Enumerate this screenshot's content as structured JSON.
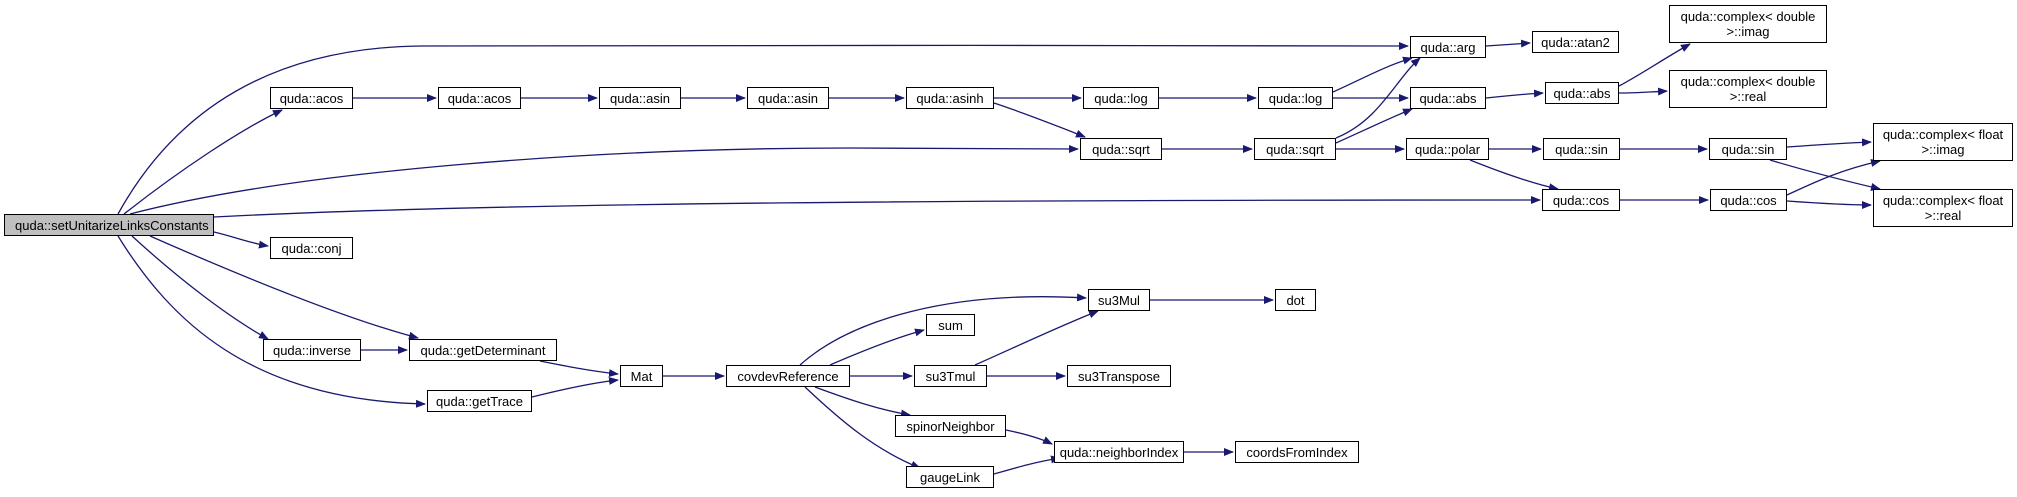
{
  "title": "quda::setUnitarizeLinksConstants call graph",
  "colors": {
    "edge": "#191970",
    "border": "#000000",
    "root_fill": "#bfbfbf",
    "node_fill": "#ffffff"
  },
  "nodes": {
    "setUnitarizeLinksConstants": "quda::setUnitarizeLinksConstants",
    "acos1": "quda::acos",
    "acos2": "quda::acos",
    "asin1": "quda::asin",
    "asin2": "quda::asin",
    "asinh": "quda::asinh",
    "log1": "quda::log",
    "log2": "quda::log",
    "arg": "quda::arg",
    "atan2": "quda::atan2",
    "abs1": "quda::abs",
    "abs2": "quda::abs",
    "cd_imag_1": "quda::complex< double",
    "cd_imag_2": ">::imag",
    "cd_real_1": "quda::complex< double",
    "cd_real_2": ">::real",
    "sqrt1": "quda::sqrt",
    "sqrt2": "quda::sqrt",
    "polar": "quda::polar",
    "sin1": "quda::sin",
    "sin2": "quda::sin",
    "cf_imag_1": "quda::complex< float",
    "cf_imag_2": ">::imag",
    "cf_real_1": "quda::complex< float",
    "cf_real_2": ">::real",
    "cos1": "quda::cos",
    "cos2": "quda::cos",
    "conj": "quda::conj",
    "inverse": "quda::inverse",
    "getDeterminant": "quda::getDeterminant",
    "getTrace": "quda::getTrace",
    "Mat": "Mat",
    "covdevReference": "covdevReference",
    "su3Mul": "su3Mul",
    "dot": "dot",
    "sum": "sum",
    "su3Tmul": "su3Tmul",
    "su3Transpose": "su3Transpose",
    "spinorNeighbor": "spinorNeighbor",
    "gaugeLink": "gaugeLink",
    "neighborIndex": "quda::neighborIndex",
    "coordsFromIndex": "coordsFromIndex"
  }
}
